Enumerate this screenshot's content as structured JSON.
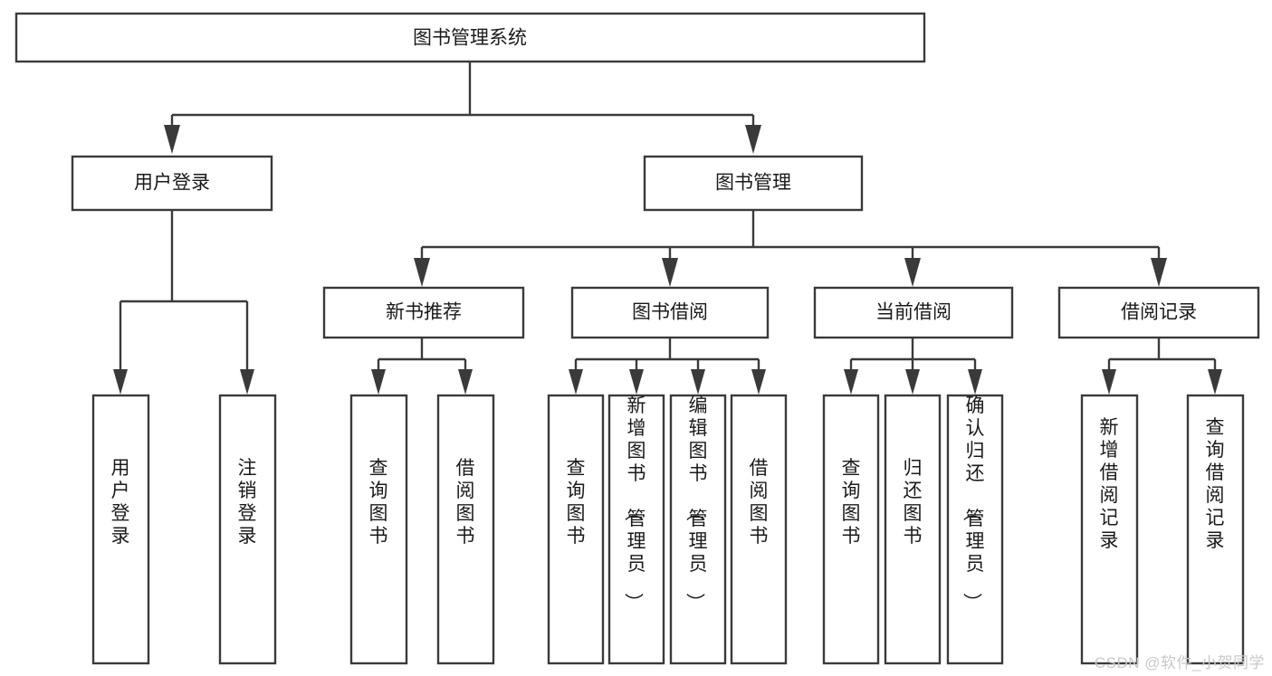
{
  "diagram": {
    "title": "图书管理系统",
    "type": "tree-hierarchy-chart",
    "root": {
      "id": "root",
      "label": "图书管理系统",
      "orientation": "horizontal"
    },
    "level1": [
      {
        "id": "user-login",
        "label": "用户登录",
        "orientation": "horizontal"
      },
      {
        "id": "book-management",
        "label": "图书管理",
        "orientation": "horizontal"
      }
    ],
    "level2": [
      {
        "id": "new-book-recommend",
        "label": "新书推荐",
        "orientation": "horizontal",
        "parent": "book-management"
      },
      {
        "id": "book-borrow",
        "label": "图书借阅",
        "orientation": "horizontal",
        "parent": "book-management"
      },
      {
        "id": "current-borrow",
        "label": "当前借阅",
        "orientation": "horizontal",
        "parent": "book-management"
      },
      {
        "id": "borrow-record",
        "label": "借阅记录",
        "orientation": "horizontal",
        "parent": "book-management"
      }
    ],
    "leaves": [
      {
        "id": "leaf-user-login",
        "label": "用户登录",
        "orientation": "vertical",
        "parent": "user-login"
      },
      {
        "id": "leaf-user-logout",
        "label": "注销登录",
        "orientation": "vertical",
        "parent": "user-login"
      },
      {
        "id": "leaf-query-book-1",
        "label": "查询图书",
        "orientation": "vertical",
        "parent": "new-book-recommend"
      },
      {
        "id": "leaf-borrow-book-1",
        "label": "借阅图书",
        "orientation": "vertical",
        "parent": "new-book-recommend"
      },
      {
        "id": "leaf-query-book-2",
        "label": "查询图书",
        "orientation": "vertical",
        "parent": "book-borrow"
      },
      {
        "id": "leaf-add-book",
        "label": "新增图书（管理员）",
        "orientation": "vertical",
        "parent": "book-borrow"
      },
      {
        "id": "leaf-edit-book",
        "label": "编辑图书（管理员）",
        "orientation": "vertical",
        "parent": "book-borrow"
      },
      {
        "id": "leaf-borrow-book-2",
        "label": "借阅图书",
        "orientation": "vertical",
        "parent": "book-borrow"
      },
      {
        "id": "leaf-query-book-3",
        "label": "查询图书",
        "orientation": "vertical",
        "parent": "current-borrow"
      },
      {
        "id": "leaf-return-book",
        "label": "归还图书",
        "orientation": "vertical",
        "parent": "current-borrow"
      },
      {
        "id": "leaf-confirm-return",
        "label": "确认归还（管理员）",
        "orientation": "vertical",
        "parent": "current-borrow"
      },
      {
        "id": "leaf-add-record",
        "label": "新增借阅记录",
        "orientation": "vertical",
        "parent": "borrow-record"
      },
      {
        "id": "leaf-query-record",
        "label": "查询借阅记录",
        "orientation": "vertical",
        "parent": "borrow-record"
      }
    ],
    "colors": {
      "stroke": "#3a3a3a",
      "fill": "#ffffff",
      "text": "#1a1a1a",
      "background": "#ffffff",
      "watermark": "#c9c9c9"
    }
  },
  "watermark": {
    "label": "CSDN @软件_小贺同学"
  }
}
